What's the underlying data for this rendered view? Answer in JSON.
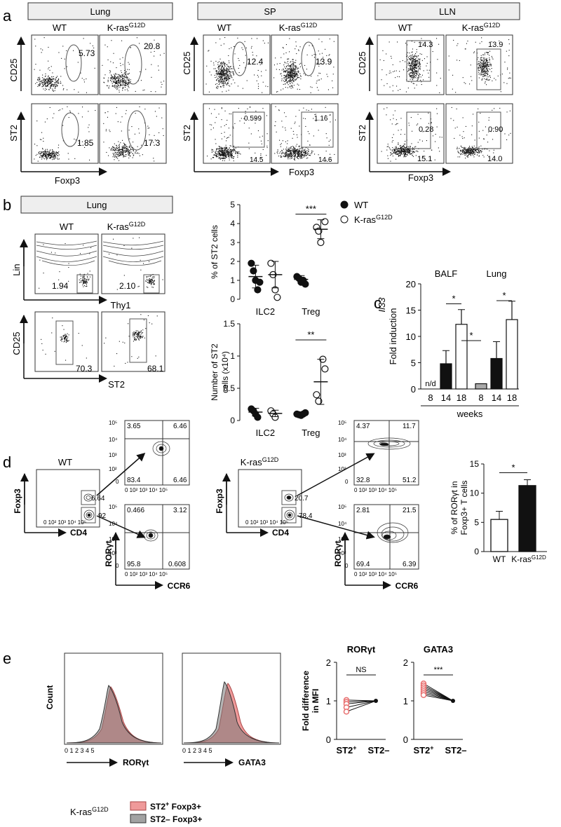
{
  "panel_a": {
    "letter": "a",
    "groups": [
      {
        "tissue": "Lung",
        "cols": [
          "WT",
          "K-ras"
        ],
        "sup": "G12D",
        "top_y": "CD25",
        "bot_y": "ST2",
        "x": "Foxp3",
        "top_vals": [
          "5.73",
          "20.8"
        ],
        "bot_vals": [
          "1.85",
          "17.3"
        ]
      },
      {
        "tissue": "SP",
        "cols": [
          "WT",
          "K-ras"
        ],
        "sup": "G12D",
        "top_y": "CD25",
        "bot_y": "ST2",
        "x": "Foxp3",
        "top_vals": [
          "12.4",
          "13.9"
        ],
        "bot_hi": [
          "0.599",
          "1.16"
        ],
        "bot_lo": [
          "14.5",
          "14.6"
        ]
      },
      {
        "tissue": "LLN",
        "cols": [
          "WT",
          "K-ras"
        ],
        "sup": "G12D",
        "top_y": "CD25",
        "bot_y": "ST2",
        "x": "Foxp3",
        "top_vals": [
          "14.3",
          "13.9"
        ],
        "bot_hi": [
          "0.28",
          "0.90"
        ],
        "bot_lo": [
          "15.1",
          "14.0"
        ]
      }
    ]
  },
  "panel_b": {
    "letter": "b",
    "tissue": "Lung",
    "cols": [
      "WT",
      "K-ras"
    ],
    "sup": "G12D",
    "top_y": "Lin",
    "top_x": "Thy1",
    "top_vals": [
      "1.94",
      "2.10"
    ],
    "bot_y": "CD25",
    "bot_x": "ST2",
    "bot_vals": [
      "70.3",
      "68.1"
    ],
    "legend": [
      "WT",
      "K-ras"
    ],
    "legend_sup": "G12D",
    "sig1": "***",
    "sig2": "**"
  },
  "panel_c": {
    "letter": "c",
    "groups": [
      "BALF",
      "Lung"
    ],
    "ylabel_italic": "Il33",
    "ylabel": "Fold induction",
    "nd": "n/d",
    "xlabel": "weeks",
    "sig": "*"
  },
  "panel_d": {
    "letter": "d",
    "wt": "WT",
    "kras": "K-ras",
    "sup": "G12D",
    "y1": "Foxp3",
    "x1": "CD4",
    "y2": "RORγt",
    "x2": "CCR6",
    "wt_gates": [
      "6.64",
      "92"
    ],
    "kras_gates": [
      "20.7",
      "78.4"
    ],
    "wt_top_q": [
      "3.65",
      "6.46",
      "83.4",
      "6.46"
    ],
    "wt_bot_q": [
      "0.466",
      "3.12",
      "95.8",
      "0.608"
    ],
    "kras_top_q": [
      "4.37",
      "11.7",
      "32.8",
      "51.2"
    ],
    "kras_bot_q": [
      "2.81",
      "21.5",
      "69.4",
      "6.39"
    ],
    "bar_ylabel1": "% of RORγt in",
    "bar_ylabel2": "Foxp3+ T cells",
    "sig": "*"
  },
  "panel_e": {
    "letter": "e",
    "count": "Count",
    "h1_x": "RORγt",
    "h2_x": "GATA3",
    "p1_title": "RORγt",
    "p2_title": "GATA3",
    "ylabel1": "Fold difference",
    "ylabel2": "in MFI",
    "st2pos": "ST2",
    "st2neg": "ST2–",
    "ns": "NS",
    "sig": "***",
    "legend_left": "K-ras",
    "legend_sup": "G12D",
    "legend1a": "ST2",
    "legend1b": " Foxp3+",
    "legend2": "ST2– Foxp3+",
    "colors": {
      "pos": "#e86f6f",
      "neg": "#7a7a7a"
    }
  },
  "chart_data": [
    {
      "type": "scatter",
      "panel": "b-top",
      "categories": [
        "ILC2",
        "Treg"
      ],
      "ylabel": "% of ST2 cells",
      "ylim": [
        0,
        5
      ],
      "yticks": [
        0,
        1,
        2,
        3,
        4,
        5
      ],
      "series": [
        {
          "name": "WT",
          "points": [
            [
              0,
              1.9
            ],
            [
              0,
              1.5
            ],
            [
              0,
              1.0
            ],
            [
              0,
              0.5
            ],
            [
              0,
              0.9
            ],
            [
              1,
              1.2
            ],
            [
              1,
              1.1
            ],
            [
              1,
              0.9
            ],
            [
              1,
              1.0
            ],
            [
              1,
              0.8
            ]
          ],
          "means": [
            1.2,
            1.05
          ],
          "sds": [
            0.6,
            0.2
          ]
        },
        {
          "name": "K-rasG12D",
          "points": [
            [
              0,
              1.9
            ],
            [
              0,
              1.3
            ],
            [
              0,
              0.5
            ],
            [
              0,
              0.1
            ],
            [
              1,
              4.1
            ],
            [
              1,
              3.8
            ],
            [
              1,
              3.6
            ],
            [
              1,
              3.0
            ]
          ],
          "means": [
            1.3,
            3.7
          ],
          "sds": [
            0.7,
            0.5
          ]
        }
      ]
    },
    {
      "type": "scatter",
      "panel": "b-bottom",
      "categories": [
        "ILC2",
        "Treg"
      ],
      "ylabel": "Number of ST2 cells (x10⁴)",
      "ylim": [
        0,
        1.5
      ],
      "yticks": [
        0,
        0.5,
        1.0,
        1.5
      ],
      "series": [
        {
          "name": "WT",
          "points": [
            [
              0,
              0.18
            ],
            [
              0,
              0.15
            ],
            [
              0,
              0.1
            ],
            [
              0,
              0.05
            ],
            [
              1,
              0.12
            ],
            [
              1,
              0.1
            ],
            [
              1,
              0.09
            ],
            [
              1,
              0.08
            ],
            [
              1,
              0.1
            ]
          ],
          "means": [
            0.13,
            0.1
          ],
          "sds": [
            0.06,
            0.02
          ]
        },
        {
          "name": "K-rasG12D",
          "points": [
            [
              0,
              0.15
            ],
            [
              0,
              0.1
            ],
            [
              0,
              0.05
            ],
            [
              1,
              0.95
            ],
            [
              1,
              0.8
            ],
            [
              1,
              0.4
            ],
            [
              1,
              0.3
            ]
          ],
          "means": [
            0.11,
            0.6
          ],
          "sds": [
            0.05,
            0.35
          ]
        }
      ]
    },
    {
      "type": "bar",
      "panel": "c",
      "categories": [
        "8",
        "14",
        "18",
        "8",
        "14",
        "18"
      ],
      "groups": [
        "BALF",
        "BALF",
        "BALF",
        "Lung",
        "Lung",
        "Lung"
      ],
      "values": [
        0,
        4.8,
        12.3,
        1.0,
        5.8,
        13.2
      ],
      "errors": [
        0,
        2.5,
        2.8,
        0,
        3.2,
        3.5
      ],
      "fills": [
        "none",
        "#111",
        "#fff",
        "#aaa",
        "#111",
        "#fff"
      ],
      "ylim": [
        0,
        20
      ],
      "yticks": [
        0,
        5,
        10,
        15,
        20
      ]
    },
    {
      "type": "bar",
      "panel": "d",
      "categories": [
        "WT",
        "K-rasG12D"
      ],
      "values": [
        5.5,
        11.3
      ],
      "errors": [
        1.4,
        1.0
      ],
      "ylim": [
        0,
        15
      ],
      "yticks": [
        0,
        5,
        10,
        15
      ]
    },
    {
      "type": "line",
      "panel": "e-RORgt",
      "ylim": [
        0,
        2
      ],
      "yticks": [
        0,
        1,
        2
      ],
      "left": [
        1.02,
        0.97,
        0.92,
        0.83,
        0.72
      ],
      "right": [
        1.0,
        1.0,
        1.0,
        1.0,
        1.0
      ]
    },
    {
      "type": "line",
      "panel": "e-GATA3",
      "ylim": [
        0,
        2
      ],
      "yticks": [
        0,
        1,
        2
      ],
      "left": [
        1.45,
        1.4,
        1.35,
        1.3,
        1.25,
        1.2,
        1.15
      ],
      "right": [
        1.0,
        1.0,
        1.0,
        1.0,
        1.0,
        1.0,
        1.0
      ]
    }
  ]
}
